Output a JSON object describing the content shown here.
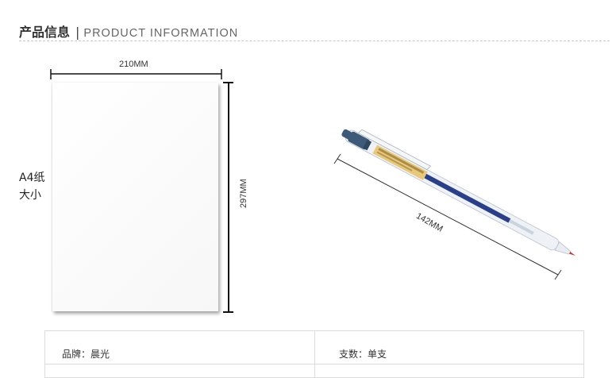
{
  "header": {
    "title_cn": "产品信息",
    "separator": "|",
    "title_en": "PRODUCT INFORMATION"
  },
  "paper": {
    "width_label": "210MM",
    "height_label": "297MM",
    "side_label_line1": "A4纸",
    "side_label_line2": "大小"
  },
  "pen": {
    "length_label": "142MM",
    "barrel_ink_color": "#2a3f8a",
    "cap_color": "#3d5a78"
  },
  "specs": {
    "brand": "品牌：晨光",
    "quantity": "支数：单支"
  }
}
